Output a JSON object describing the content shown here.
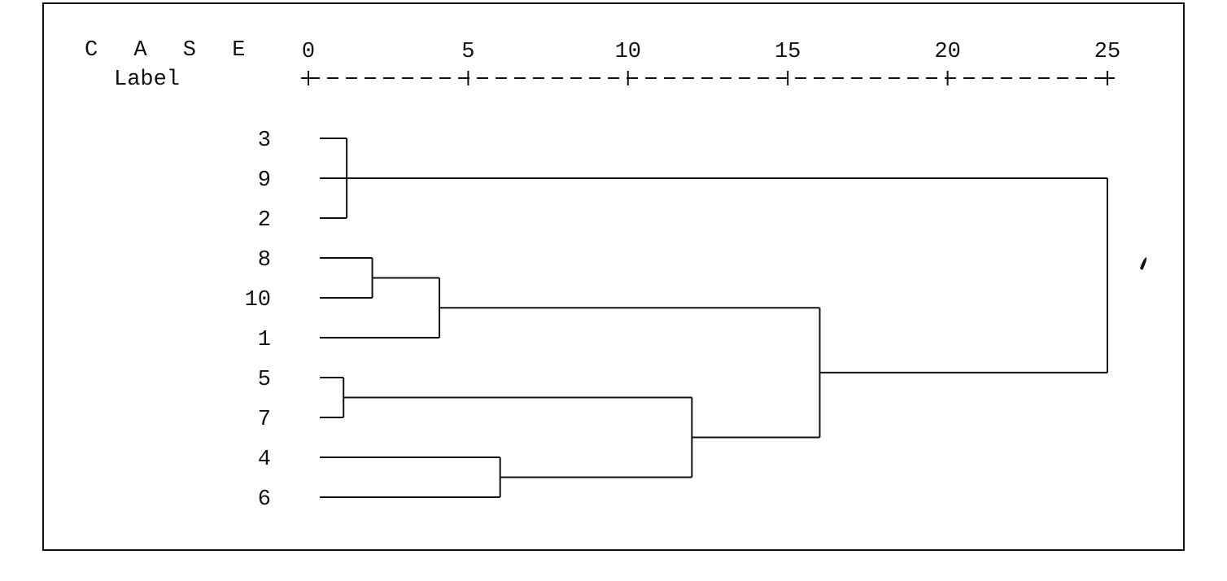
{
  "header": {
    "case_title": "C A S E",
    "label_title": "Label"
  },
  "scale": {
    "min": 0,
    "max": 25,
    "ticks": [
      "0",
      "5",
      "10",
      "15",
      "20",
      "25"
    ],
    "tick_values": [
      0,
      5,
      10,
      15,
      20,
      25
    ]
  },
  "cases": [
    "3",
    "9",
    "2",
    "8",
    "10",
    "1",
    "5",
    "7",
    "4",
    "6"
  ],
  "merges": [
    {
      "members": [
        "3",
        "9",
        "2"
      ],
      "distance": 1.2
    },
    {
      "members": [
        "8",
        "10"
      ],
      "distance": 2.0
    },
    {
      "members": [
        "8-10",
        "1"
      ],
      "distance": 4.1
    },
    {
      "members": [
        "5",
        "7"
      ],
      "distance": 1.1
    },
    {
      "members": [
        "4",
        "6"
      ],
      "distance": 6.0
    },
    {
      "members": [
        "5-7",
        "4-6"
      ],
      "distance": 12.0
    },
    {
      "members": [
        "8-10-1",
        "5-7-4-6"
      ],
      "distance": 16.0
    },
    {
      "members": [
        "3-9-2",
        "8-10-1-5-7-4-6"
      ],
      "distance": 25.0
    }
  ]
}
